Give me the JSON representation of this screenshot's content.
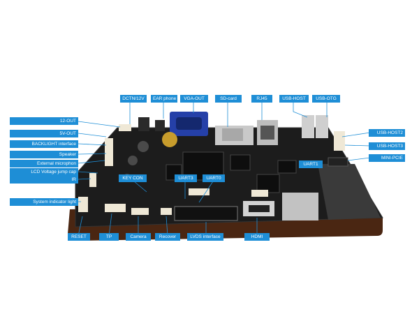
{
  "labels": {
    "dc_in": "DCTN/12V",
    "earphone": "EAR phone",
    "vga_out": "VGA-OUT",
    "sd_card": "SD-card",
    "rj45": "RJ45",
    "usb_host": "USB-HOST",
    "usb_otg": "USB-OTG",
    "out_12v": "12-OUT",
    "out_5v": "5V-OUT",
    "backlight": "BACKLIGHT interface",
    "speaker": "Speaker",
    "ext_mic": "External microphon",
    "lcd_jumper": "LCD Voltage jump cap",
    "ir": "IR",
    "sys_light": "System indicator light",
    "usb_host2": "USB-HOST2",
    "usb_host3": "USB-HOST3",
    "mini_pcie": "MINI-PCIE",
    "uart1": "UART1",
    "key_con": "KEY CON",
    "uart3": "UART3",
    "uart0": "UART0",
    "reset": "RESET",
    "tp": "TP",
    "camera": "Camera",
    "recover": "Recover",
    "lvds": "LVDS interface",
    "hdmi": "HDMI"
  },
  "colors": {
    "label_bg": "#1e8ed6",
    "label_text": "#ffffff",
    "leader_line": "#1e8ed6",
    "board": "#1b1b1b",
    "board_edge": "#5a2e14"
  }
}
